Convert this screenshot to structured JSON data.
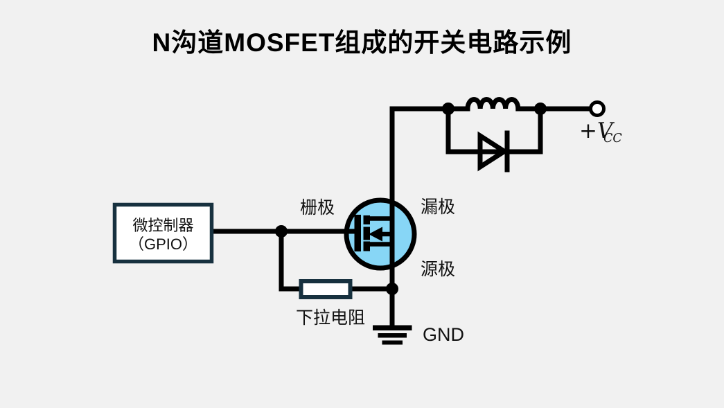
{
  "title": "N沟道MOSFET组成的开关电路示例",
  "microcontroller": {
    "line1": "微控制器",
    "line2": "（GPIO）"
  },
  "labels": {
    "gate": "栅极",
    "drain": "漏极",
    "source": "源极",
    "pulldown_resistor": "下拉电阻",
    "ground": "GND",
    "vcc_main": "+V",
    "vcc_sub": "CC"
  },
  "colors": {
    "background": "#f1f1f1",
    "wire": "#000000",
    "mosfet_fill": "#87d6f6",
    "component_border": "#17313f",
    "component_fill": "#ffffff",
    "text": "#111111"
  }
}
